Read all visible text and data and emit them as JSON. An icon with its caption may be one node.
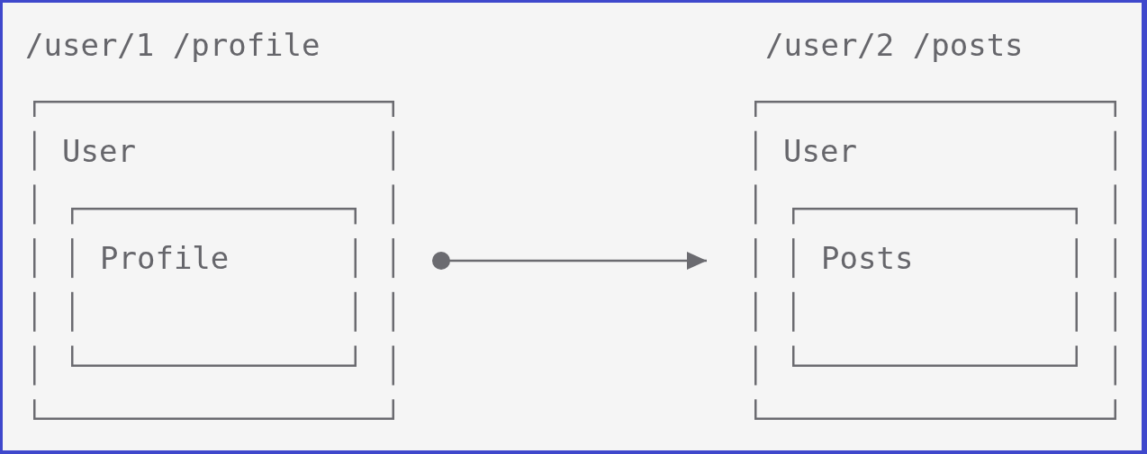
{
  "diagram": {
    "nodes": [
      {
        "text": [
          "User"
        ]
      },
      {
        "text": [
          "Profile"
        ],
        "in": 0
      },
      {
        "text": [
          "User"
        ]
      },
      {
        "text": [
          "Posts"
        ],
        "in": 2
      }
    ],
    "edges": [
      {
        "from": 0,
        "to": 2,
        "arrow": "to"
      }
    ],
    "labels": [
      "/user/1 /profile",
      "/user/2 /posts"
    ]
  }
}
